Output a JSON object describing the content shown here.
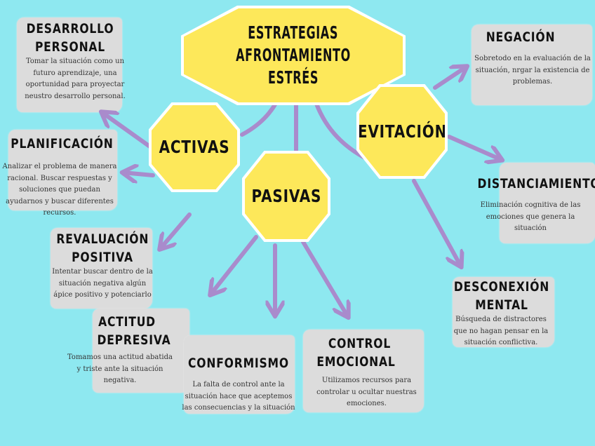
{
  "colors": {
    "background": "#8ee8f0",
    "hub": "#fde85a",
    "arrow": "#a98bcc",
    "card": "#dcdcdc"
  },
  "central": {
    "title_line1": "ESTRATEGIAS",
    "title_line2": "AFRONTAMIENTO ESTRÉS"
  },
  "hubs": {
    "activas": "ACTIVAS",
    "pasivas": "PASIVAS",
    "evitacion": "EVITACIÓN"
  },
  "cards": {
    "desarrollo": {
      "t1": "DESARROLLO",
      "t2": "PERSONAL",
      "text": "Tomar la situación como un futuro aprendizaje, una oportunidad para proyectar neustro desarrollo personal."
    },
    "planificacion": {
      "t1": "PLANIFICACIÓN",
      "text": "Analizar el problema de manera racional. Buscar respuestas y soluciones que puedan ayudarnos y buscar diferentes recursos."
    },
    "revaluacion": {
      "t1": "REVALUACIÓN",
      "t2": "POSITIVA",
      "text": "Intentar buscar dentro de la situación negativa algún ápice positivo y potenciarlo"
    },
    "actitud": {
      "t1": "ACTITUD",
      "t2": "DEPRESIVA",
      "text": "Tomamos una actitud abatida y triste ante la situación negativa."
    },
    "conformismo": {
      "t1": "CONFORMISMO",
      "text": "La falta de control ante la situación hace que aceptemos las consecuencias y la situación"
    },
    "control": {
      "t1": "CONTROL",
      "t2": "EMOCIONAL",
      "text": "Utilizamos recursos para controlar u ocultar nuestras emociones."
    },
    "negacion": {
      "t1": "NEGACIÓN",
      "text": "Sobretodo en la evaluación de la situación, nrgar la existencia de problemas."
    },
    "distanciamiento": {
      "t1": "DISTANCIAMIENTO",
      "text": "Eliminación cognitiva de las emociones que genera la situación"
    },
    "desconexion": {
      "t1": "DESCONEXIÓN",
      "t2": "MENTAL",
      "text": "Búsqueda de distractores que no hagan pensar en la situación conflictiva."
    }
  }
}
